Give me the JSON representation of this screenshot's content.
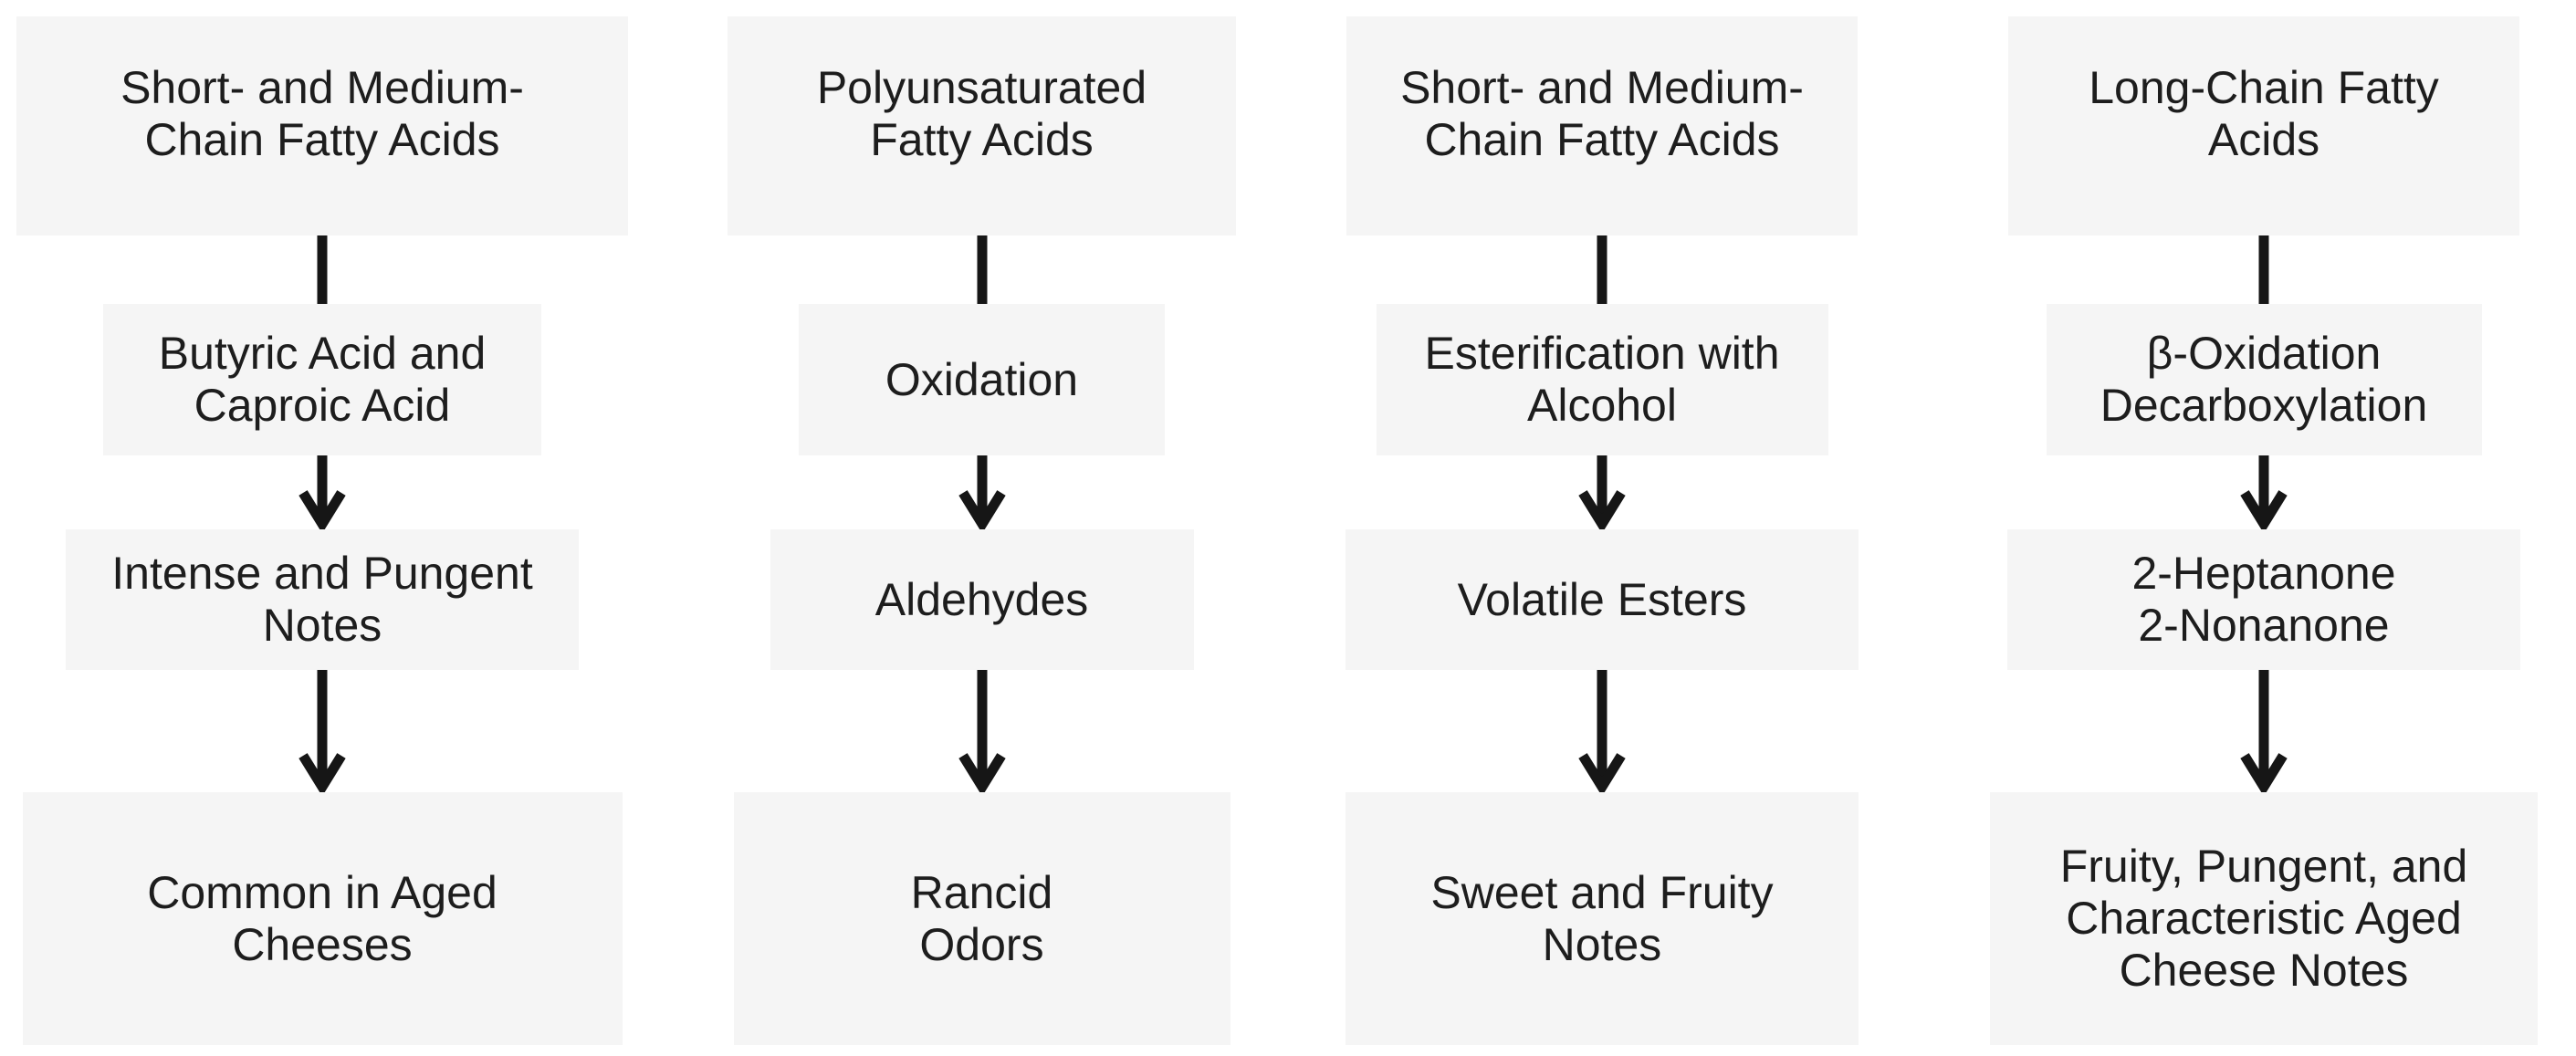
{
  "diagram": {
    "colors": {
      "background": "#ffffff",
      "node_fill": "#f5f5f5",
      "text": "#1d1d1d",
      "connector": "#161616"
    },
    "columns": [
      {
        "nodes": [
          {
            "label": "Short- and Medium-\nChain Fatty Acids"
          },
          {
            "label": "Butyric Acid and\nCaproic Acid"
          },
          {
            "label": "Intense and Pungent\nNotes"
          },
          {
            "label": "Common in Aged\nCheeses"
          }
        ],
        "connectors": [
          {
            "type": "line"
          },
          {
            "type": "arrow"
          },
          {
            "type": "arrow"
          }
        ]
      },
      {
        "nodes": [
          {
            "label": "Polyunsaturated\nFatty Acids"
          },
          {
            "label": "Oxidation"
          },
          {
            "label": "Aldehydes"
          },
          {
            "label": "Rancid\nOdors"
          }
        ],
        "connectors": [
          {
            "type": "line"
          },
          {
            "type": "arrow"
          },
          {
            "type": "arrow"
          }
        ]
      },
      {
        "nodes": [
          {
            "label": "Short- and Medium-\nChain Fatty Acids"
          },
          {
            "label": "Esterification with\nAlcohol"
          },
          {
            "label": "Volatile Esters"
          },
          {
            "label": "Sweet and Fruity\nNotes"
          }
        ],
        "connectors": [
          {
            "type": "line"
          },
          {
            "type": "arrow"
          },
          {
            "type": "arrow"
          }
        ]
      },
      {
        "nodes": [
          {
            "label": "Long-Chain Fatty\nAcids"
          },
          {
            "label": "β-Oxidation\nDecarboxylation"
          },
          {
            "label": "2-Heptanone\n2-Nonanone"
          },
          {
            "label": "Fruity, Pungent, and\nCharacteristic Aged\nCheese Notes"
          }
        ],
        "connectors": [
          {
            "type": "line"
          },
          {
            "type": "arrow"
          },
          {
            "type": "arrow"
          }
        ]
      }
    ]
  }
}
